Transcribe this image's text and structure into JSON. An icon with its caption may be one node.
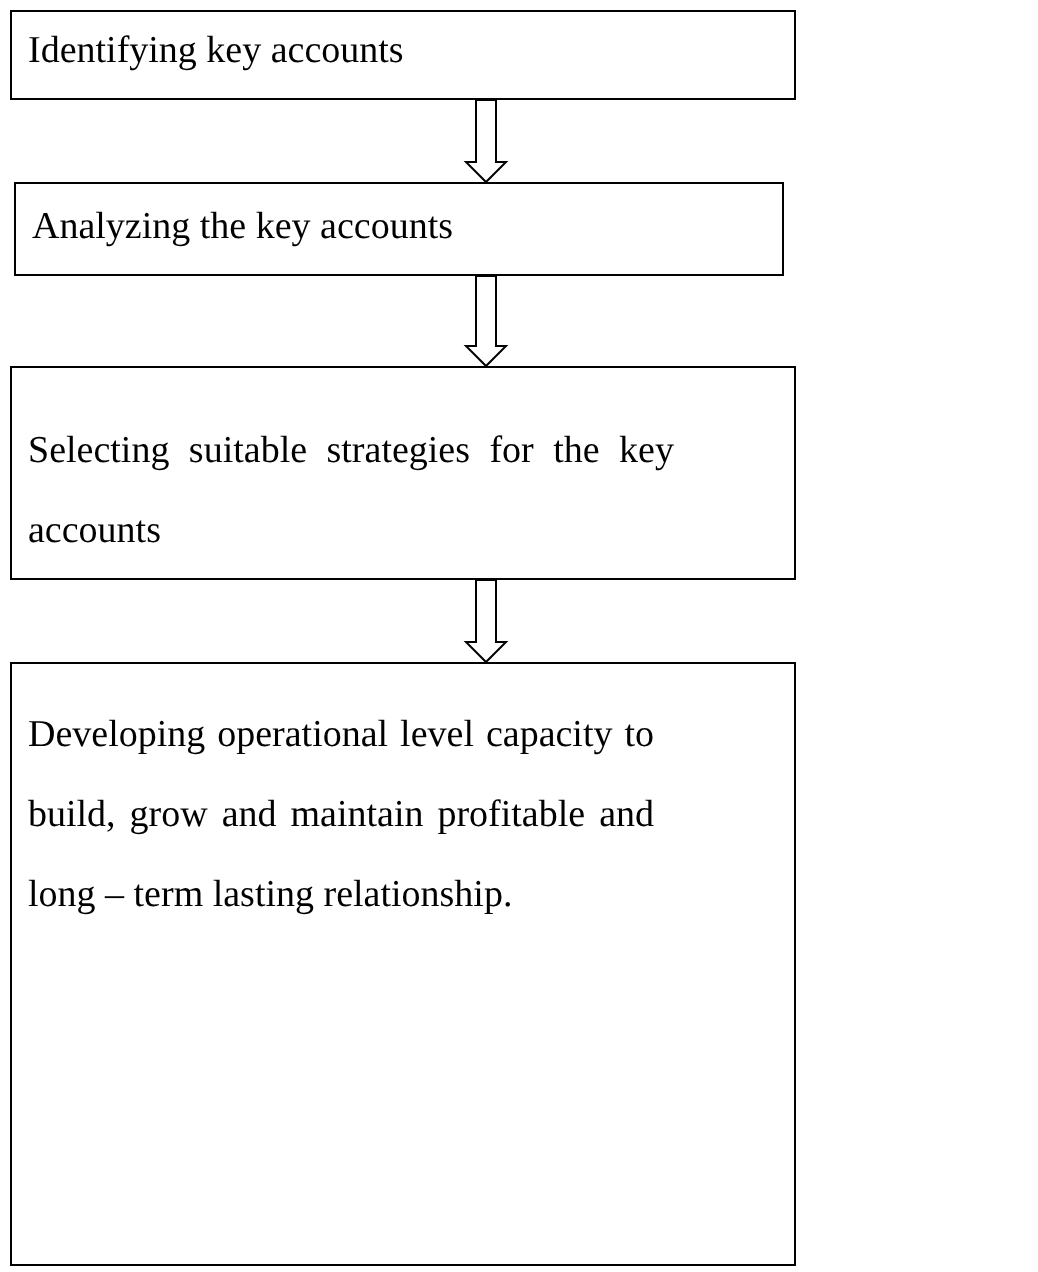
{
  "diagram": {
    "nodes": [
      {
        "text": [
          "Identifying key accounts"
        ]
      },
      {
        "text": [
          "Analyzing the key accounts"
        ]
      },
      {
        "text": [
          "Selecting suitable strategies for the key accounts"
        ]
      },
      {
        "text": [
          "Developing operational level capacity to build, grow and maintain profitable and long – term lasting relationship."
        ]
      }
    ],
    "edges": [
      {
        "from": 0,
        "to": 1,
        "arrow": "to"
      },
      {
        "from": 1,
        "to": 2,
        "arrow": "to"
      },
      {
        "from": 2,
        "to": 3,
        "arrow": "to"
      }
    ]
  }
}
